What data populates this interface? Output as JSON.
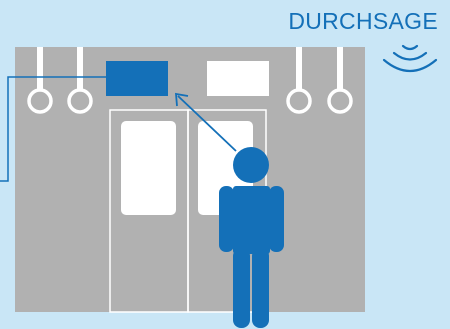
{
  "announcement": {
    "label": "DURCHSAGE",
    "icon": "sound-waves-icon"
  },
  "colors": {
    "background": "#c9e6f6",
    "train_wall": "#b1b1b1",
    "accent_blue": "#1470b8",
    "white": "#ffffff"
  },
  "elements": {
    "display_active": "blue-passenger-information-display",
    "display_inactive": "white-display-panel",
    "person": "standing-passenger-icon",
    "handles": "hanging-grab-handles",
    "doors": "train-double-doors"
  }
}
